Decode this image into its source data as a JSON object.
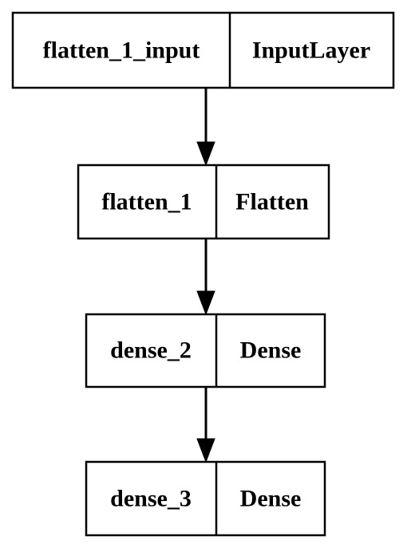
{
  "diagram": {
    "nodes": [
      {
        "name": "flatten_1_input",
        "type": "InputLayer"
      },
      {
        "name": "flatten_1",
        "type": "Flatten"
      },
      {
        "name": "dense_2",
        "type": "Dense"
      },
      {
        "name": "dense_3",
        "type": "Dense"
      }
    ],
    "edges": [
      {
        "from": "flatten_1_input",
        "to": "flatten_1"
      },
      {
        "from": "flatten_1",
        "to": "dense_2"
      },
      {
        "from": "dense_2",
        "to": "dense_3"
      }
    ],
    "colors": {
      "stroke": "#000000",
      "fill": "#ffffff",
      "text": "#000000"
    }
  }
}
